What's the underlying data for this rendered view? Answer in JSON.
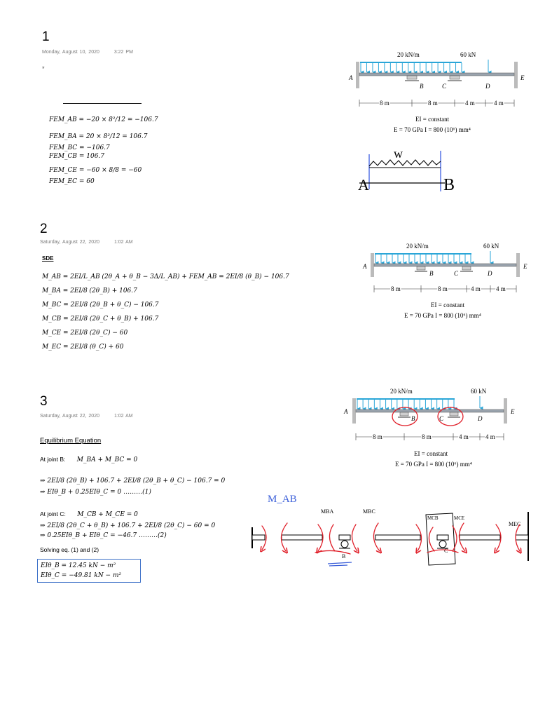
{
  "sections": [
    {
      "number": "1",
      "date": "Monday, August 10, 2020",
      "time": "3:22 PM",
      "bullet": "*",
      "equations": [
        "FEM_AB = −20 × 8²/12 = −106.7",
        "FEM_BA = 20 × 8²/12 = 106.7",
        "FEM_BC = −106.7",
        "FEM_CB = 106.7",
        "FEM_CE = −60 × 8/8 = −60",
        "FEM_EC = 60"
      ]
    },
    {
      "number": "2",
      "date": "Saturday, August 22, 2020",
      "time": "1:02 AM",
      "heading": "SDE",
      "equations": [
        "M_AB = 2EI/L_AB (2θ_A + θ_B − 3Δ/L_AB) + FEM_AB = 2EI/8 (θ_B) − 106.7",
        "M_BA = 2EI/8 (2θ_B) + 106.7",
        "M_BC = 2EI/8 (2θ_B + θ_C) − 106.7",
        "M_CB = 2EI/8 (2θ_C + θ_B) + 106.7",
        "M_CE = 2EI/8 (2θ_C) − 60",
        "M_EC = 2EI/8 (θ_C) + 60"
      ]
    },
    {
      "number": "3",
      "date": "Saturday, August 22, 2020",
      "time": "1:02 AM",
      "heading": "Equilibrium Equation",
      "joint_b_label": "At joint B:",
      "joint_b_eq": "M_BA + M_BC = 0",
      "joint_b_lines": [
        "⇒ 2EI/8 (2θ_B) + 106.7 + 2EI/8 (2θ_B + θ_C) − 106.7 = 0",
        "⇒ EIθ_B + 0.25EIθ_C = 0 ………(1)"
      ],
      "joint_c_label": "At joint C:",
      "joint_c_eq": "M_CB + M_CE = 0",
      "joint_c_lines": [
        "⇒ 2EI/8 (2θ_C + θ_B) + 106.7 + 2EI/8 (2θ_C) − 60 = 0",
        "⇒ 0.25EIθ_B + EIθ_C = −46.7 ………(2)"
      ],
      "solving": "Solving eq. (1) and (2)",
      "results": [
        "EIθ_B = 12.45 kN − m²",
        "EIθ_C = −49.81 kN − m²"
      ]
    }
  ],
  "figure": {
    "load_udl": "20 kN/m",
    "load_point": "60 kN",
    "labels": [
      "A",
      "B",
      "C",
      "D",
      "E"
    ],
    "dims": [
      "8 m",
      "8 m",
      "4 m",
      "4 m"
    ],
    "ei": "EI = constant",
    "props": "E = 70 GPa  I = 800 (10⁶) mm⁴"
  },
  "sketch": {
    "w": "w",
    "a": "A",
    "b": "B"
  },
  "fbd": {
    "mab": "M_AB",
    "mba": "MBA",
    "mbc": "MBC",
    "mcb": "MCB",
    "mce": "MCE",
    "mec": "MEC",
    "b": "B",
    "c": "C"
  }
}
